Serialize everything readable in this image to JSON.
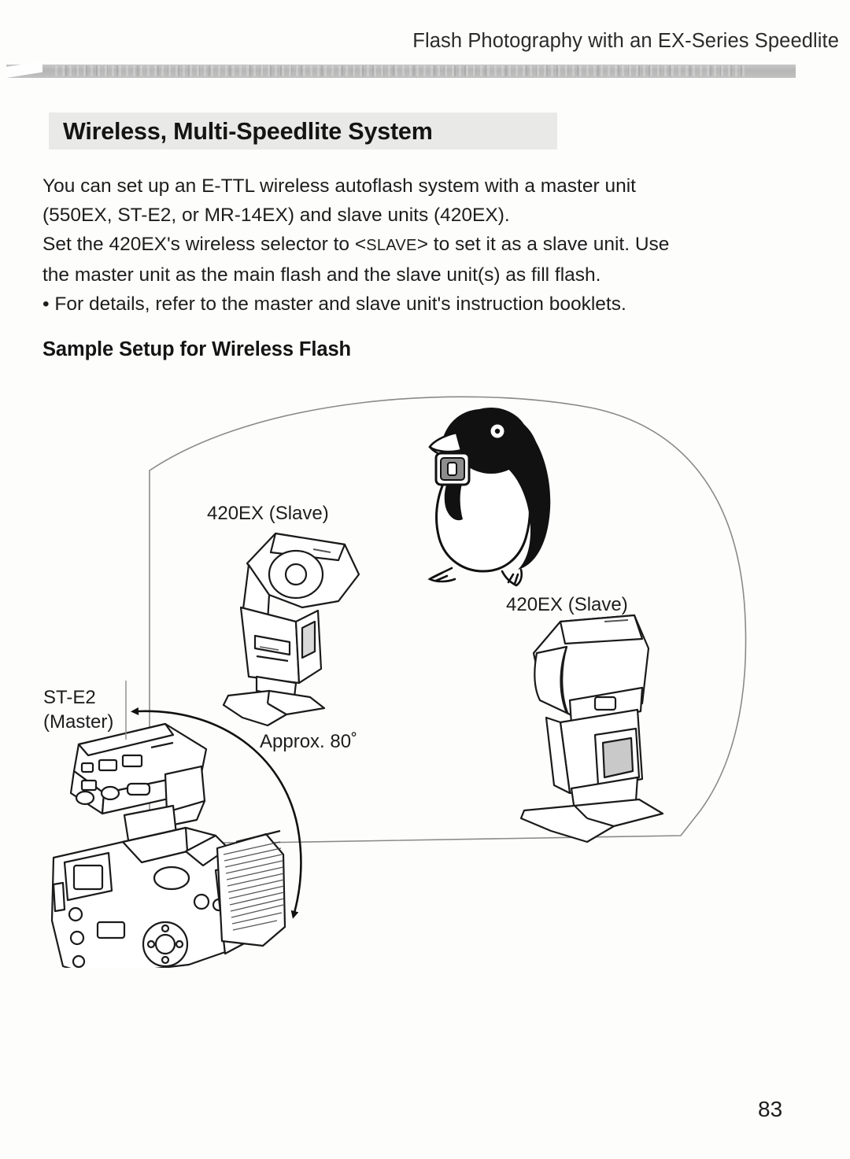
{
  "document": {
    "running_header": "Flash Photography with an EX-Series Speedlite",
    "page_number": "83"
  },
  "section": {
    "title": "Wireless, Multi-Speedlite System",
    "paragraphs": [
      "You can set up an E-TTL wireless autoflash system with a master unit (550EX, ST-E2, or MR-14EX) and slave units (420EX).",
      "Set the 420EX's wireless selector to < SLAVE > to set it as a slave unit. Use the master unit as the main flash and the slave unit(s) as fill flash.",
      "• For details, refer to the master and slave unit's instruction booklets."
    ],
    "line1": "You can set up an E-TTL wireless autoflash system with a master unit",
    "line2": "(550EX, ST-E2, or MR-14EX) and slave units (420EX).",
    "line3_a": "Set the 420EX's wireless selector to <",
    "line3_sc": "SLAVE",
    "line3_b": "> to set it as a slave unit. Use",
    "line4": "the master unit as the main flash and the slave unit(s) as fill flash.",
    "line5": "• For details, refer to the master and slave unit's instruction booklets.",
    "sub_heading": "Sample Setup for Wireless Flash"
  },
  "diagram": {
    "caption": "Sample Setup for Wireless Flash",
    "labels": {
      "slave_left": "420EX (Slave)",
      "slave_right": "420EX (Slave)",
      "master_line1": "ST-E2",
      "master_line2": "(Master)",
      "angle": "Approx. 80˚"
    },
    "elements": [
      {
        "name": "coverage-cone",
        "type": "shape"
      },
      {
        "name": "penguin-subject",
        "type": "illustration"
      },
      {
        "name": "speedlite-420ex-left",
        "type": "illustration"
      },
      {
        "name": "speedlite-420ex-right",
        "type": "illustration"
      },
      {
        "name": "camera-with-st-e2",
        "type": "illustration"
      },
      {
        "name": "angle-arc-arrow",
        "type": "annotation"
      }
    ]
  },
  "colors": {
    "ink": "#1d1d1d",
    "rule_band": "#b8b8b8",
    "title_band": "#e9e9e7",
    "paper": "#fdfdfc"
  }
}
